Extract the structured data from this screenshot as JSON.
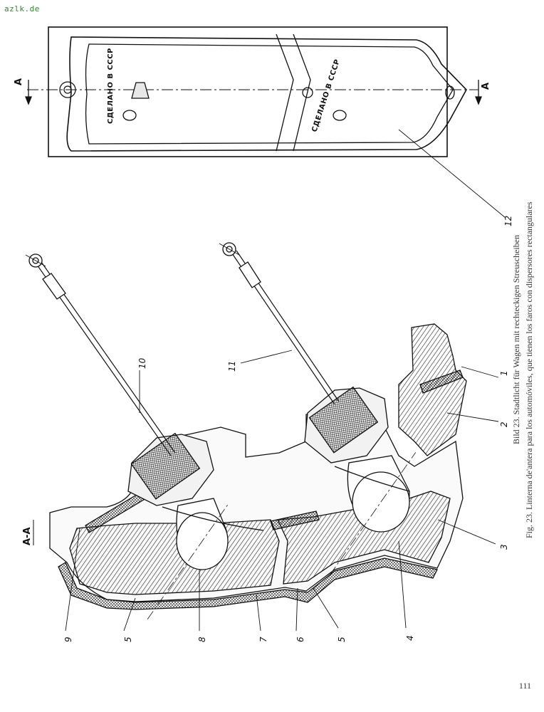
{
  "watermark": "azlk.de",
  "page_number": "111",
  "captions": {
    "de": "Bild 23. Stadtlicht für Wagen mit rechteckigen Streuscheiben",
    "es": "Fig. 23. Linterna de'antera para los automóviles, que tienen los faros con dispersores rectangulares"
  },
  "figure": {
    "section_label": "A-A",
    "section_marks": {
      "left": "A",
      "right": "A"
    },
    "lens_inscription": "СДЕЛАНО В СССР",
    "part_labels": [
      "1",
      "2",
      "3",
      "4",
      "5",
      "5",
      "6",
      "7",
      "8",
      "9",
      "10",
      "11",
      "12"
    ]
  }
}
